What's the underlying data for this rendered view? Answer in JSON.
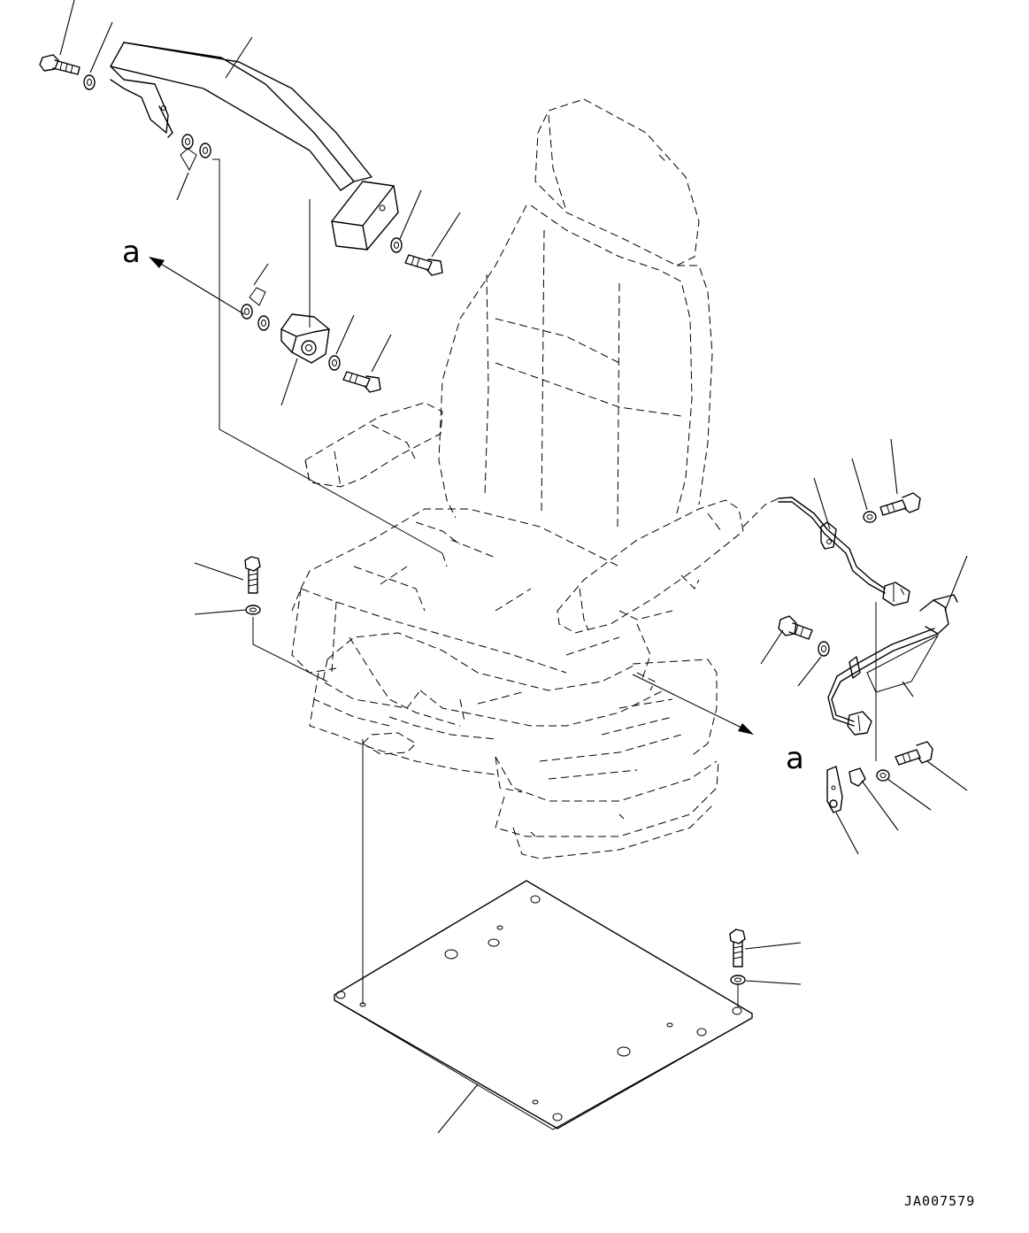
{
  "view_labels": [
    "a",
    "a"
  ],
  "drawing_code": "JA007579"
}
